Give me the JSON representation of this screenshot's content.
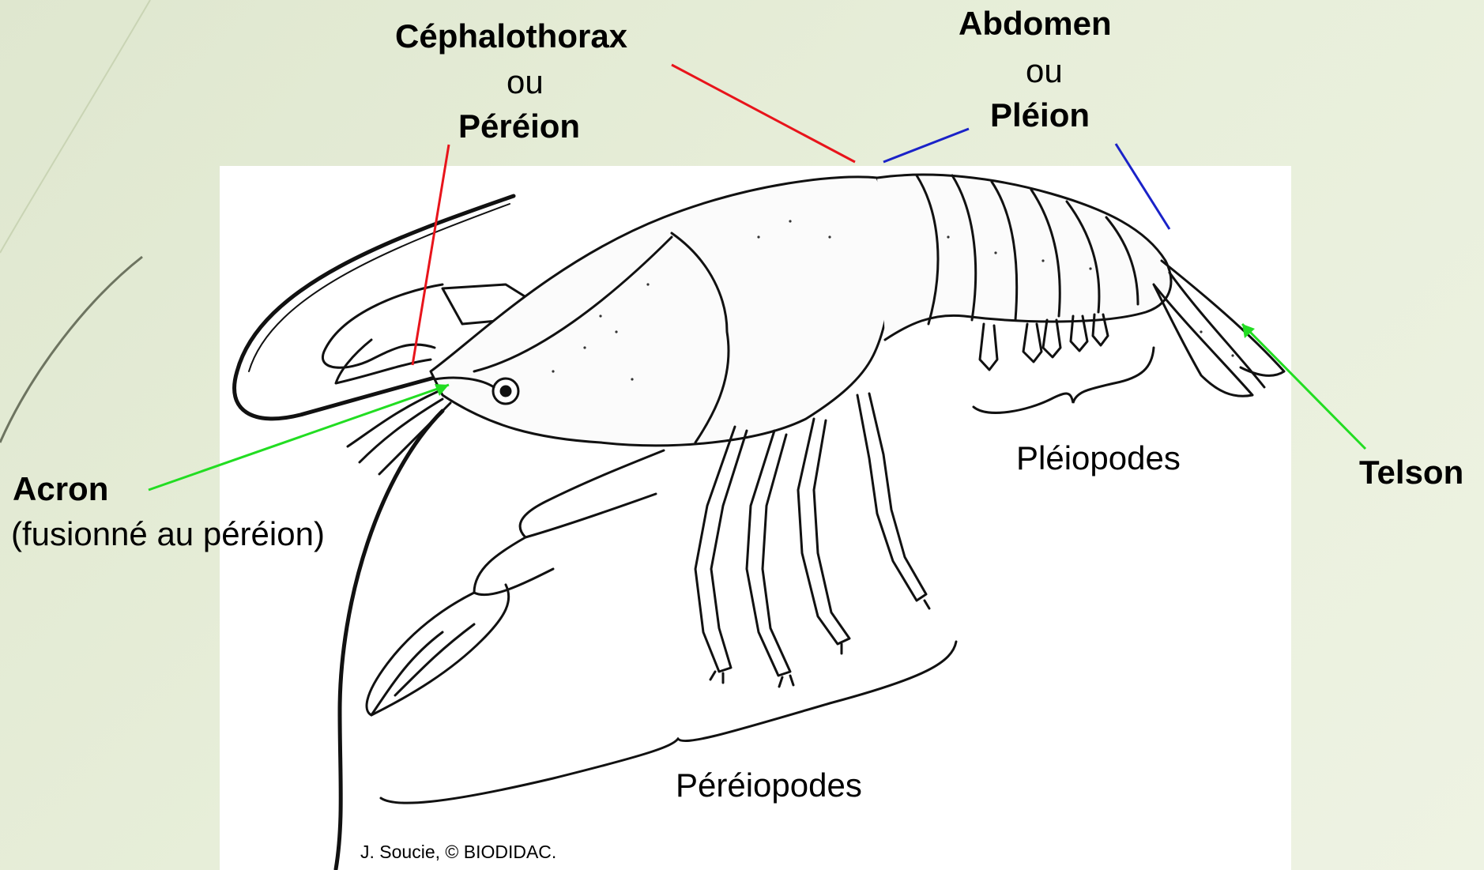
{
  "labels": {
    "cephalothorax": "Céphalothorax",
    "ou_1": "ou",
    "pereion": "Péréion",
    "abdomen": "Abdomen",
    "ou_2": "ou",
    "pleion": "Pléion",
    "acron": "Acron",
    "acron_note": "(fusionné au péréion)",
    "pleiopodes": "Pléiopodes",
    "telson": "Telson",
    "pereiopodes": "Péréiopodes"
  },
  "credit": "J. Soucie, © BIODIDAC.",
  "colors": {
    "pointer_red": "#e8141b",
    "pointer_blue": "#1a22c8",
    "pointer_green": "#22dd22",
    "background": "#e4ecd6"
  },
  "subject": "crayfish-illustration"
}
